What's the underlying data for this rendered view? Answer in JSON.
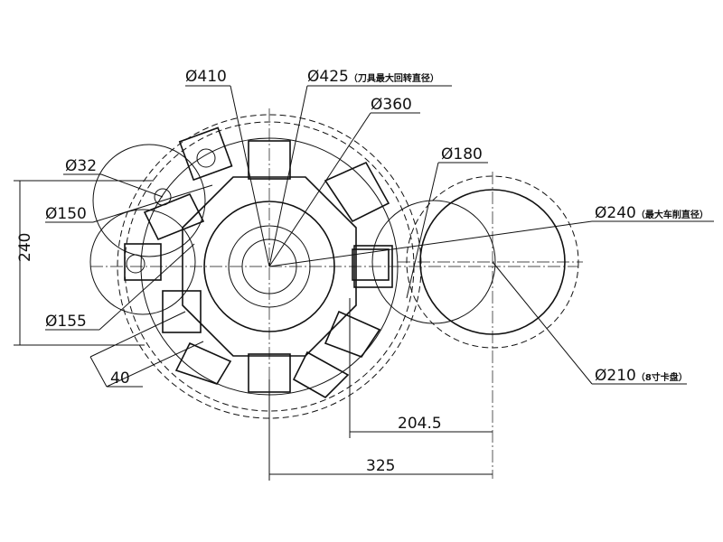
{
  "labels": {
    "d410": "Ø410",
    "d425": "Ø425",
    "d425_note": "（刀具最大回转直径）",
    "d360": "Ø360",
    "d32": "Ø32",
    "d180": "Ø180",
    "d150": "Ø150",
    "d240": "Ø240",
    "d240_note": "（最大车削直径）",
    "d155": "Ø155",
    "d210": "Ø210",
    "d210_note": "（8寸卡盘）",
    "h240": "240",
    "w40": "40",
    "w204_5": "204.5",
    "w325": "325"
  }
}
